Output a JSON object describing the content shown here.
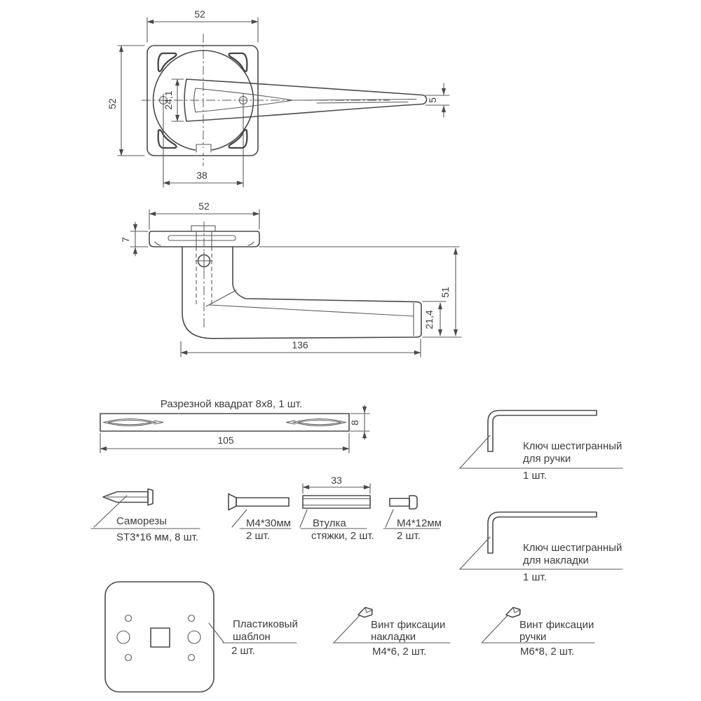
{
  "top_view": {
    "dim_width": "52",
    "dim_height": "52",
    "dim_hole_spacing": "38",
    "dim_lever_base_height": "24,1",
    "dim_lever_tip": "5"
  },
  "side_view": {
    "dim_rosette_width": "52",
    "dim_rosette_thickness": "7",
    "dim_total_height": "51",
    "dim_lever_end": "21,4",
    "dim_lever_length": "136"
  },
  "spindle": {
    "title": "Разрезной квадрат 8х8, 1 шт.",
    "dim_length": "105",
    "dim_side": "8"
  },
  "screws": {
    "name": "Саморезы",
    "spec": "ST3*16 мм, 8 шт."
  },
  "bolt_m4_30": {
    "name": "М4*30мм",
    "qty": "2 шт."
  },
  "sleeve": {
    "dim_length": "33",
    "name": "Втулка",
    "spec": "стяжки, 2 шт."
  },
  "bolt_m4_12": {
    "name": "М4*12мм",
    "qty": "2 шт."
  },
  "hex_key_handle": {
    "line1": "Ключ шестигранный",
    "line2": "для ручки",
    "qty": "1 шт."
  },
  "hex_key_plate": {
    "line1": "Ключ шестигранный",
    "line2": "для накладки",
    "qty": "1 шт."
  },
  "template": {
    "line1": "Пластиковый",
    "line2": "шаблон",
    "qty": "2 шт."
  },
  "fix_screw_plate": {
    "line1": "Винт фиксации",
    "line2": "накладки",
    "spec": "М4*6, 2 шт."
  },
  "fix_screw_handle": {
    "line1": "Винт фиксации",
    "line2": "ручки",
    "spec": "М6*8, 2 шт."
  },
  "colors": {
    "line": "#4a4a4a",
    "text": "#3d3d3d",
    "background": "#ffffff"
  }
}
